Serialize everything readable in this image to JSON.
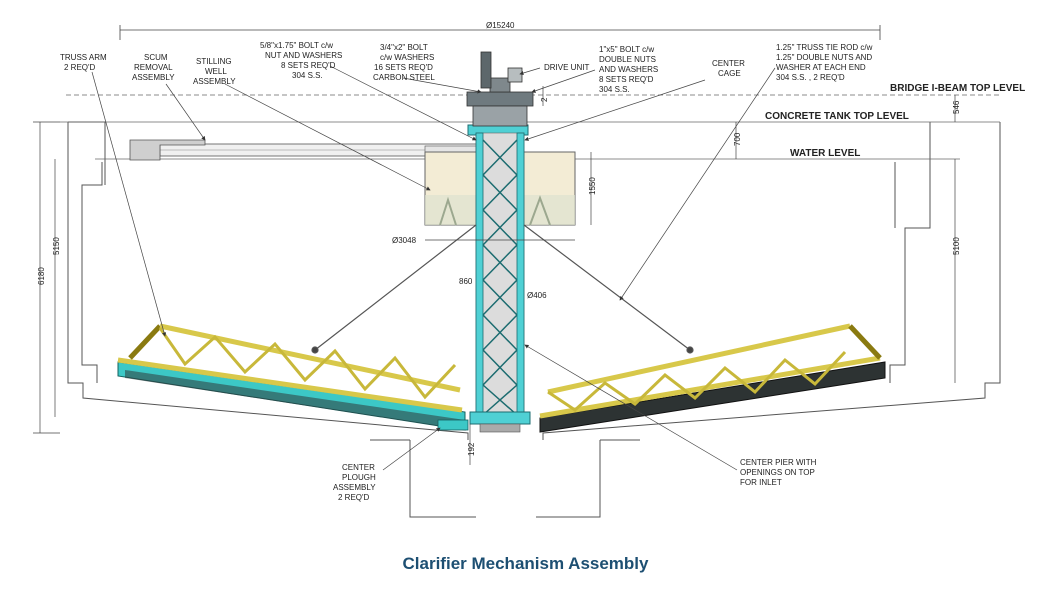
{
  "caption": "Clarifier Mechanism Assembly",
  "levels": {
    "bridge": "BRIDGE I-BEAM TOP LEVEL",
    "concrete": "CONCRETE TANK TOP LEVEL",
    "water": "WATER LEVEL"
  },
  "dimensions": {
    "overall_diameter": "Ø15240",
    "bridge_offset": "546",
    "drive_gap": "2",
    "freeboard": "700",
    "stilling_well_height": "1550",
    "stilling_well_dia": "Ø3048",
    "cage_width": "860",
    "pier_dia": "Ø406",
    "total_depth": "6180",
    "left_depth": "5150",
    "right_depth": "5100",
    "pier_offset": "192"
  },
  "callouts": {
    "truss_arm": [
      "TRUSS ARM",
      "2 REQ'D"
    ],
    "scum": [
      "SCUM",
      "REMOVAL",
      "ASSEMBLY"
    ],
    "stilling": [
      "STILLING",
      "WELL",
      "ASSEMBLY"
    ],
    "bolt_58": [
      "5/8\"x1.75\" BOLT c/w",
      "NUT AND WASHERS",
      "8 SETS REQ'D",
      "304 S.S."
    ],
    "bolt_34": [
      "3/4\"x2\" BOLT",
      "c/w WASHERS",
      "16 SETS REQ'D",
      "CARBON STEEL"
    ],
    "drive_unit": [
      "DRIVE UNIT"
    ],
    "bolt_1x5": [
      "1\"x5\" BOLT c/w",
      "DOUBLE NUTS",
      "AND WASHERS",
      "8 SETS REQ'D",
      "304 S.S."
    ],
    "center_cage": [
      "CENTER",
      "CAGE"
    ],
    "tie_rod": [
      "1.25\" TRUSS TIE ROD c/w",
      "1.25\" DOUBLE NUTS AND",
      "WASHER AT EACH END",
      "304 S.S. , 2 REQ'D"
    ],
    "plough": [
      "CENTER",
      "PLOUGH",
      "ASSEMBLY",
      "2 REQ'D"
    ],
    "pier": [
      "CENTER PIER WITH",
      "OPENINGS ON TOP",
      "FOR INLET"
    ]
  }
}
